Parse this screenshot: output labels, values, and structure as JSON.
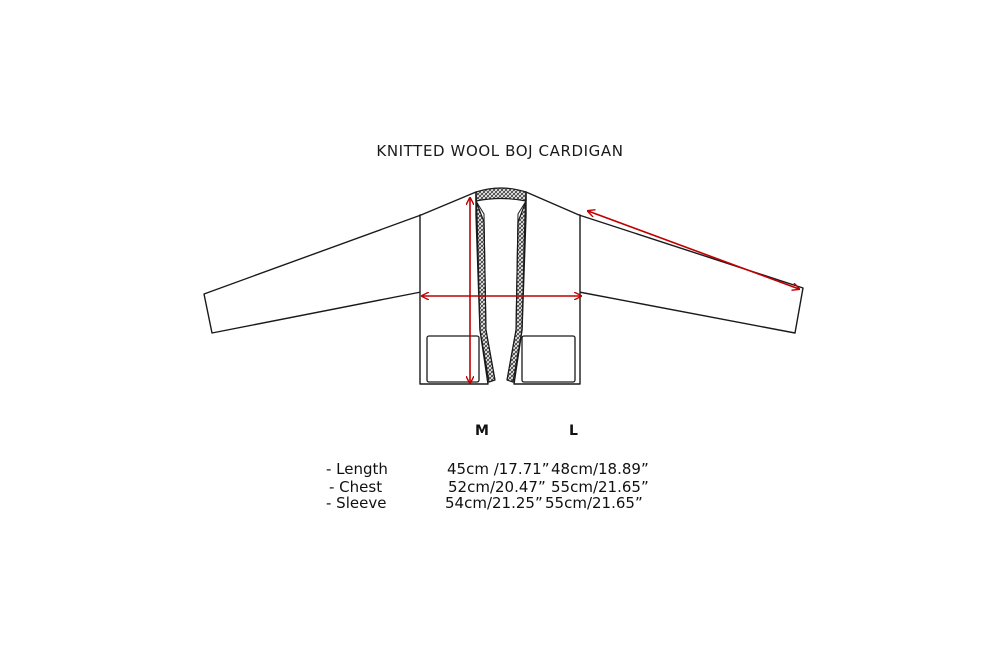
{
  "title": "KNITTED WOOL BOJ CARDIGAN",
  "colors": {
    "outline": "#1a1a1a",
    "measure_arrow": "#c00000",
    "trim_fill": "#555555"
  },
  "size_table": {
    "sizes": [
      "M",
      "L"
    ],
    "rows": [
      {
        "label": "- Length",
        "values": [
          "45cm /17.71”",
          "48cm/18.89”"
        ]
      },
      {
        "label": "- Chest",
        "values": [
          "52cm/20.47”",
          "55cm/21.65”"
        ]
      },
      {
        "label": "- Sleeve",
        "values": [
          "54cm/21.25”",
          "55cm/21.65”"
        ]
      }
    ]
  }
}
